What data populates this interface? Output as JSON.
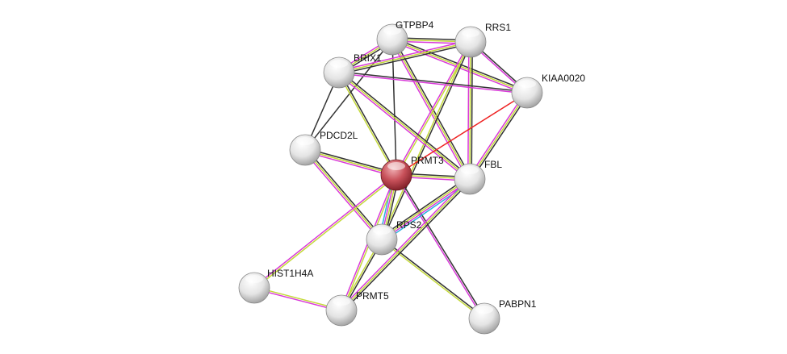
{
  "colors": {
    "database": "#333333",
    "textmining": "#c4d93a",
    "experiments": "#d93ad9",
    "coexpression": "#333333",
    "fusion": "#ee2222",
    "cooccurrence": "#2ab0e0",
    "query_node": "#c8515a",
    "node": "#e6e6e6"
  },
  "nodes": [
    {
      "id": "GTPBP4",
      "label": "GTPBP4",
      "query": false
    },
    {
      "id": "RRS1",
      "label": "RRS1",
      "query": false
    },
    {
      "id": "BRIX1",
      "label": "BRIX1",
      "query": false
    },
    {
      "id": "KIAA0020",
      "label": "KIAA0020",
      "query": false
    },
    {
      "id": "PDCD2L",
      "label": "PDCD2L",
      "query": false
    },
    {
      "id": "PRMT3",
      "label": "PRMT3",
      "query": true
    },
    {
      "id": "FBL",
      "label": "FBL",
      "query": false
    },
    {
      "id": "RPS2",
      "label": "RPS2",
      "query": false
    },
    {
      "id": "HIST1H4A",
      "label": "HIST1H4A",
      "query": false
    },
    {
      "id": "PRMT5",
      "label": "PRMT5",
      "query": false
    },
    {
      "id": "PABPN1",
      "label": "PABPN1",
      "query": false
    }
  ],
  "edges": [
    {
      "from": "GTPBP4",
      "to": "RRS1",
      "evidence": [
        "database",
        "textmining",
        "experiments"
      ]
    },
    {
      "from": "GTPBP4",
      "to": "BRIX1",
      "evidence": [
        "database",
        "textmining",
        "experiments"
      ]
    },
    {
      "from": "GTPBP4",
      "to": "KIAA0020",
      "evidence": [
        "database",
        "textmining",
        "experiments"
      ]
    },
    {
      "from": "GTPBP4",
      "to": "PRMT3",
      "evidence": [
        "database"
      ]
    },
    {
      "from": "GTPBP4",
      "to": "FBL",
      "evidence": [
        "database",
        "textmining",
        "experiments"
      ]
    },
    {
      "from": "GTPBP4",
      "to": "PDCD2L",
      "evidence": [
        "database"
      ]
    },
    {
      "from": "RRS1",
      "to": "BRIX1",
      "evidence": [
        "database",
        "textmining",
        "experiments"
      ]
    },
    {
      "from": "RRS1",
      "to": "KIAA0020",
      "evidence": [
        "database",
        "experiments"
      ]
    },
    {
      "from": "RRS1",
      "to": "FBL",
      "evidence": [
        "database",
        "textmining",
        "experiments"
      ]
    },
    {
      "from": "RRS1",
      "to": "PRMT3",
      "evidence": [
        "textmining",
        "experiments"
      ]
    },
    {
      "from": "RRS1",
      "to": "RPS2",
      "evidence": [
        "database",
        "textmining"
      ]
    },
    {
      "from": "BRIX1",
      "to": "KIAA0020",
      "evidence": [
        "database",
        "experiments"
      ]
    },
    {
      "from": "BRIX1",
      "to": "PDCD2L",
      "evidence": [
        "database"
      ]
    },
    {
      "from": "BRIX1",
      "to": "PRMT3",
      "evidence": [
        "database",
        "textmining"
      ]
    },
    {
      "from": "BRIX1",
      "to": "FBL",
      "evidence": [
        "database",
        "textmining",
        "experiments"
      ]
    },
    {
      "from": "KIAA0020",
      "to": "PRMT3",
      "evidence": [
        "fusion"
      ]
    },
    {
      "from": "KIAA0020",
      "to": "FBL",
      "evidence": [
        "database",
        "textmining",
        "experiments"
      ]
    },
    {
      "from": "PDCD2L",
      "to": "PRMT3",
      "evidence": [
        "database",
        "textmining",
        "experiments"
      ]
    },
    {
      "from": "PDCD2L",
      "to": "RPS2",
      "evidence": [
        "database",
        "textmining",
        "experiments"
      ]
    },
    {
      "from": "PRMT3",
      "to": "FBL",
      "evidence": [
        "database",
        "textmining",
        "experiments"
      ]
    },
    {
      "from": "PRMT3",
      "to": "RPS2",
      "evidence": [
        "database",
        "textmining",
        "experiments",
        "cooccurrence"
      ]
    },
    {
      "from": "PRMT3",
      "to": "HIST1H4A",
      "evidence": [
        "textmining",
        "experiments"
      ]
    },
    {
      "from": "PRMT3",
      "to": "PRMT5",
      "evidence": [
        "textmining",
        "experiments"
      ]
    },
    {
      "from": "PRMT3",
      "to": "PABPN1",
      "evidence": [
        "database",
        "experiments"
      ]
    },
    {
      "from": "RPS2",
      "to": "FBL",
      "evidence": [
        "database",
        "textmining",
        "experiments",
        "cooccurrence"
      ]
    },
    {
      "from": "RPS2",
      "to": "PRMT5",
      "evidence": [
        "database",
        "textmining"
      ]
    },
    {
      "from": "RPS2",
      "to": "PABPN1",
      "evidence": [
        "database",
        "textmining"
      ]
    },
    {
      "from": "FBL",
      "to": "PRMT5",
      "evidence": [
        "database",
        "textmining",
        "experiments"
      ]
    },
    {
      "from": "HIST1H4A",
      "to": "PRMT5",
      "evidence": [
        "textmining",
        "experiments"
      ]
    }
  ]
}
